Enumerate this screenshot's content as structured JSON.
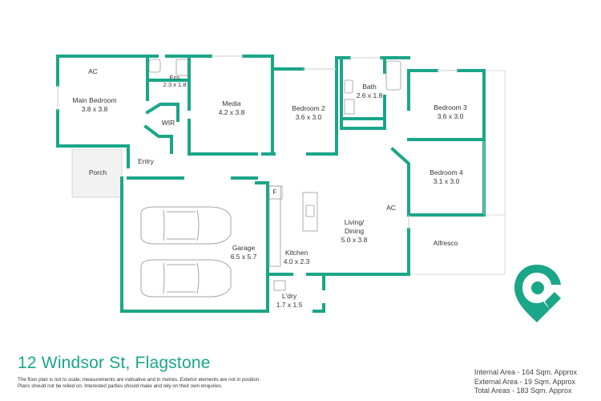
{
  "colors": {
    "accent": "#1aa688",
    "porch_fill": "#f1f1f1",
    "text": "#333333"
  },
  "rooms": {
    "main_bedroom": {
      "name": "Main Bedroom",
      "dims": "3.8 x 3.8",
      "ac": "AC"
    },
    "ensuite": {
      "name": "Ens",
      "dims": "2.3 x 1.8"
    },
    "wir": {
      "name": "WIR"
    },
    "media": {
      "name": "Media",
      "dims": "4.2 x 3.8"
    },
    "bedroom2": {
      "name": "Bedroom 2",
      "dims": "3.6 x 3.0"
    },
    "bath": {
      "name": "Bath",
      "dims": "2.6 x 1.8"
    },
    "bedroom3": {
      "name": "Bedroom 3",
      "dims": "3.6 x 3.0"
    },
    "bedroom4": {
      "name": "Bedroom 4",
      "dims": "3.1 x 3.0"
    },
    "porch": {
      "name": "Porch"
    },
    "entry": {
      "name": "Entry"
    },
    "garage": {
      "name": "Garage",
      "dims": "6.5 x 5.7"
    },
    "kitchen": {
      "name": "Kitchen",
      "dims": "4.0 x 2.3",
      "fridge": "F"
    },
    "living": {
      "name": "Living/",
      "name2": "Dining",
      "dims": "5.0 x 3.8",
      "ac": "AC"
    },
    "alfresco": {
      "name": "Alfresco"
    },
    "laundry": {
      "name": "L'dry",
      "dims": "1.7 x 1.5"
    }
  },
  "address": "12 Windsor St, Flagstone",
  "disclaimer": {
    "line1": "The floor plan is not to scale; measurements are indicative and in metres. Exterior elements are not in position.",
    "line2": "Plans should not be relied on. Interested parties should make and rely on their own enquiries."
  },
  "areas": {
    "internal": "Internal Area - 164 Sqm. Approx",
    "external": "External Area - 19 Sqm. Approx",
    "total": "Total Areas - 183 Sqm. Approx"
  },
  "logo_icon": "c-pin-logo-icon"
}
